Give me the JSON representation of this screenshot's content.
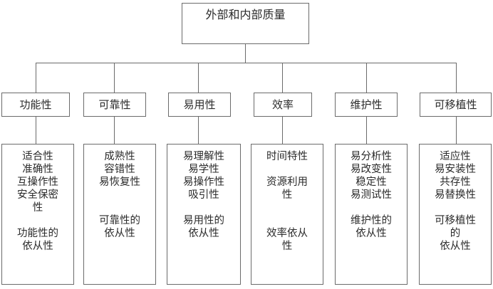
{
  "diagram": {
    "title": "外部和内部质量",
    "categories": [
      {
        "key": "functionality",
        "label": "功能性",
        "details": "适合性\n准确性\n互操作性\n安全保密\n性\n\n功能性的\n依从性"
      },
      {
        "key": "reliability",
        "label": "可靠性",
        "details": "成熟性\n容错性\n易恢复性\n\n\n可靠性的\n依从性"
      },
      {
        "key": "usability",
        "label": "易用性",
        "details": "易理解性\n易学性\n易操作性\n吸引性\n\n易用性的\n依从性"
      },
      {
        "key": "efficiency",
        "label": "效率",
        "details": "时间特性\n\n资源利用\n性\n\n\n效率依从\n性"
      },
      {
        "key": "maintainability",
        "label": "维护性",
        "details": "易分析性\n易改变性\n稳定性\n易测试性\n\n维护性的\n依从性"
      },
      {
        "key": "portability",
        "label": "可移植性",
        "details": "适应性\n易安装性\n共存性\n易替换性\n\n可移植性\n的\n依从性"
      }
    ],
    "colors": {
      "line": "#6b6b6b",
      "text": "#2b2b2b",
      "background": "#ffffff"
    }
  }
}
